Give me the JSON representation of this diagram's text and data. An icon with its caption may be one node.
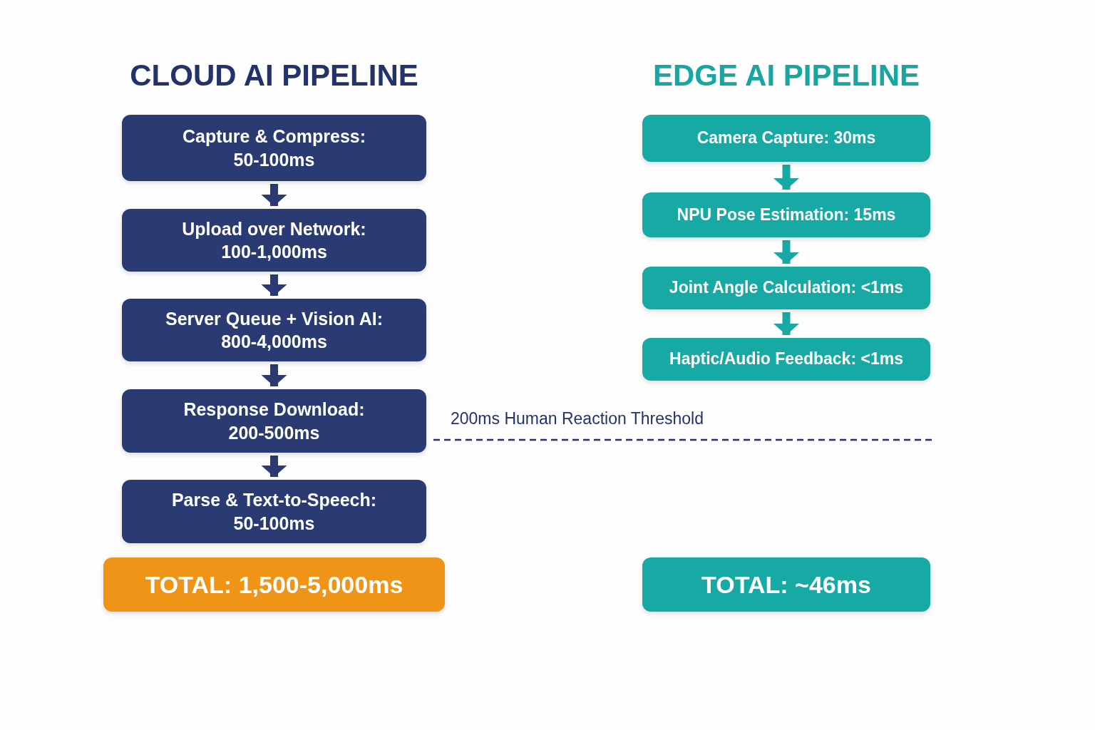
{
  "diagram": {
    "nodes": [
      {
        "text": [
          "Capture & Compress: 50-100ms"
        ]
      },
      {
        "text": [
          "Upload over Network: 100-1,000ms"
        ]
      },
      {
        "text": [
          "Server Queue + Vision AI: 800-4,000ms"
        ]
      },
      {
        "text": [
          "Response Download: 200-500ms"
        ]
      },
      {
        "text": [
          "Parse & Text-to-Speech: 50-100ms"
        ]
      },
      {
        "text": [
          "TOTAL: 1,500-5,000ms"
        ]
      },
      {
        "text": [
          "Camera Capture: 30ms"
        ]
      },
      {
        "text": [
          "NPU Pose Estimation: 15ms"
        ]
      },
      {
        "text": [
          "Joint Angle Calculation: <1ms"
        ]
      },
      {
        "text": [
          "Haptic/Audio Feedback: <1ms"
        ]
      },
      {
        "text": [
          "TOTAL: ~46ms"
        ]
      }
    ],
    "edges": [
      {
        "from": 0,
        "to": 1,
        "arrow": "to"
      },
      {
        "from": 1,
        "to": 2,
        "arrow": "to"
      },
      {
        "from": 2,
        "to": 3,
        "arrow": "to"
      },
      {
        "from": 3,
        "to": 4,
        "arrow": "to"
      },
      {
        "from": 6,
        "to": 7,
        "arrow": "to",
        "color": "#17a9a3"
      },
      {
        "from": 7,
        "to": 8,
        "arrow": "to",
        "color": "#17a9a3"
      },
      {
        "from": 8,
        "to": 9,
        "arrow": "to",
        "color": "#17a9a3"
      }
    ],
    "labels": [
      "CLOUD AI PIPELINE",
      "EDGE AI PIPELINE",
      "200ms Human Reaction Threshold"
    ]
  }
}
